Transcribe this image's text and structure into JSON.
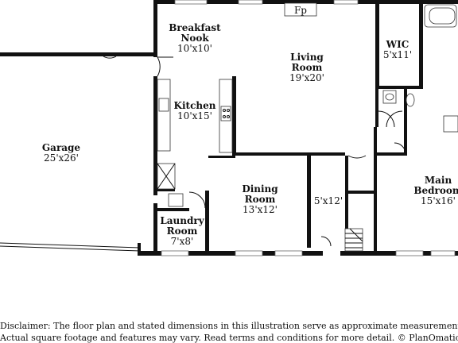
{
  "rooms": [
    {
      "id": "breakfast-nook",
      "name": [
        "Breakfast",
        "Nook"
      ],
      "dims": "10'x10'"
    },
    {
      "id": "living-room",
      "name": [
        "Living",
        "Room"
      ],
      "dims": "19'x20'"
    },
    {
      "id": "wic",
      "name": [
        "WIC"
      ],
      "dims": "5'x11'"
    },
    {
      "id": "kitchen",
      "name": [
        "Kitchen"
      ],
      "dims": "10'x15'"
    },
    {
      "id": "garage",
      "name": [
        "Garage"
      ],
      "dims": "25'x26'"
    },
    {
      "id": "dining-room",
      "name": [
        "Dining",
        "Room"
      ],
      "dims": "13'x12'"
    },
    {
      "id": "hall",
      "name": [],
      "dims": "5'x12'"
    },
    {
      "id": "main-bedroom",
      "name": [
        "Main",
        "Bedroom"
      ],
      "dims": "15'x16'"
    },
    {
      "id": "laundry-room",
      "name": [
        "Laundry",
        "Room"
      ],
      "dims": "7'x8'"
    }
  ],
  "fireplace_label": "Fp",
  "disclaimer": [
    "Disclaimer: The floor plan and stated dimensions in this illustration serve as approximate measurements.",
    "Actual square footage and features may vary. Read terms and conditions for more detail. © PlanOmatic"
  ]
}
